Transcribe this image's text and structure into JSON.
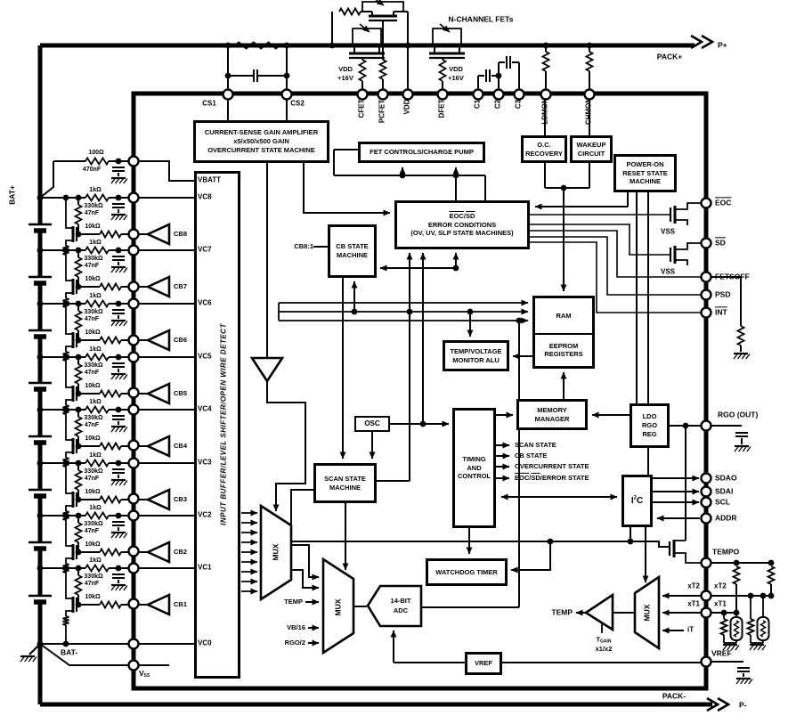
{
  "title": {
    "n_channel_fets": "N-CHANNEL FETs"
  },
  "power": {
    "pack_plus": "PACK+",
    "p_plus": "P+",
    "pack_minus": "PACK-",
    "p_minus": "P-",
    "bat_plus": "BAT+",
    "bat_minus": "BAT-",
    "vdd": "VDD",
    "v16": "+16V"
  },
  "pins": {
    "top": [
      "CS1",
      "CS2",
      "CFET",
      "PCFET",
      "VDD",
      "DFET",
      "C1",
      "C2",
      "C3",
      "LDMON",
      "CHMON"
    ],
    "left": [
      "VBATT",
      "VC8",
      "VC7",
      "VC6",
      "VC5",
      "VC4",
      "VC3",
      "VC2",
      "VC1",
      "VC0"
    ],
    "vss_base": "V",
    "vss_sub": "SS",
    "eoc": "EOC",
    "sd": "SD",
    "fetsoff": "FETSOFF",
    "psd": "PSD",
    "int": "INT",
    "rgo_out": "RGO (OUT)",
    "sdao": "SDAO",
    "sdai": "SDAI",
    "scl": "SCL",
    "addr": "ADDR",
    "tempo": "TEMPO",
    "xt2": "xT2",
    "xt1": "xT1",
    "vref": "VREF",
    "cb": [
      "CB8",
      "CB7",
      "CB6",
      "CB5",
      "CB4",
      "CB3",
      "CB2",
      "CB1"
    ],
    "cb_bus": "CB8:1"
  },
  "blocks": {
    "cs_l1": "CURRENT-SENSE GAIN AMPLIFIER",
    "cs_l2": "x5/x50/x500 GAIN",
    "cs_l3": "OVERCURRENT STATE MACHINE",
    "fet_controls": "FET CONTROLS/CHARGE PUMP",
    "oc_l1": "O.C.",
    "oc_l2": "RECOVERY",
    "wake_l1": "WAKEUP",
    "wake_l2": "CIRCUIT",
    "por_l1": "POWER-ON",
    "por_l2": "RESET STATE",
    "por_l3": "MACHINE",
    "err_eoc": "EOC",
    "err_sd": "SD",
    "err_l2": "ERROR CONDITIONS",
    "err_l3": "(OV, UV, SLP STATE MACHINES)",
    "cbsm_l1": "CB STATE",
    "cbsm_l2": "MACHINE",
    "input_buffer": "INPUT BUFFER/LEVEL SHIFTER/OPEN WIRE DETECT",
    "ram": "RAM",
    "ee_l1": "EEPROM",
    "ee_l2": "REGISTERS",
    "alu_l1": "TEMP/VOLTAGE",
    "alu_l2": "MONITOR ALU",
    "mm_l1": "MEMORY",
    "mm_l2": "MANAGER",
    "tim_l1": "TIMING",
    "tim_l2": "AND",
    "tim_l3": "CONTROL",
    "osc": "OSC",
    "scan_l1": "SCAN STATE",
    "scan_l2": "MACHINE",
    "ldo_l1": "LDO",
    "ldo_l2": "RGO",
    "ldo_l3": "REG",
    "i2c_i": "I",
    "i2c_sup": "2",
    "i2c_c": "C",
    "watchdog": "WATCHDOG TIMER",
    "adc_l1": "14-BIT",
    "adc_l2": "ADC",
    "vref": "VREF",
    "mux": "MUX"
  },
  "status": {
    "scan": "SCAN STATE",
    "cb": "CB STATE",
    "oc": "OVERCURRENT STATE",
    "err_eoc": "EOC",
    "err_sd": "SD",
    "err_rest": "ERROR STATE",
    "slash": "/"
  },
  "analog": {
    "temp_in": "TEMP",
    "vb16": "VB/16",
    "rgo2": "RGO/2",
    "xt2": "xT2",
    "xt1": "xT1",
    "it": "iT",
    "temp_out": "TEMP",
    "tgain_t": "T",
    "tgain_sub": "GAIN",
    "tgain_val": "x1/x2",
    "vss": "VSS"
  },
  "parts": {
    "r100": "100Ω",
    "c470": "470nF",
    "r1k": "1kΩ",
    "r330k": "330kΩ",
    "c47n": "47nF",
    "r10k": "10kΩ"
  }
}
